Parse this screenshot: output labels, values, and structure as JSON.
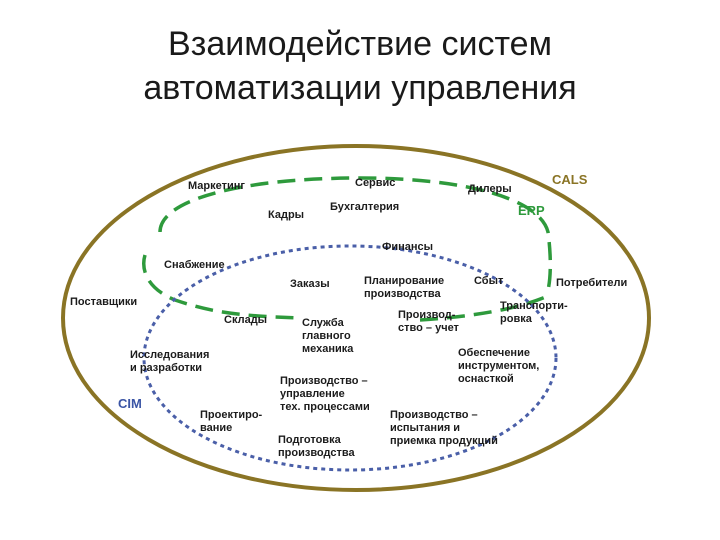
{
  "title": {
    "line1": "Взаимодействие систем",
    "line2": "автоматизации управления"
  },
  "systems": {
    "cals": "CALS",
    "erp": "ERP",
    "cim": "CIM"
  },
  "labels": {
    "marketing": "Маркетинг",
    "service": "Сервис",
    "dealers": "Дилеры",
    "staff": "Кадры",
    "accounting": "Бухгалтерия",
    "finance": "Финансы",
    "supply": "Снабжение",
    "orders": "Заказы",
    "planning_1": "Планирование",
    "planning_2": "производства",
    "sales": "Сбыт",
    "consumers": "Потребители",
    "suppliers": "Поставщики",
    "warehouses": "Склады",
    "chief_mech_1": "Служба",
    "chief_mech_2": "главного",
    "chief_mech_3": "механика",
    "prod_acc_1": "Производ-",
    "prod_acc_2": "ство – учет",
    "transport_1": "Транспорти-",
    "transport_2": "ровка",
    "research_1": "Исследования",
    "research_2": "и разработки",
    "tooling_1": "Обеспечение",
    "tooling_2": "инструментом,",
    "tooling_3": "оснасткой",
    "prod_mgmt_1": "Производство –",
    "prod_mgmt_2": "управление",
    "prod_mgmt_3": "тех. процессами",
    "design_1": "Проектиро-",
    "design_2": "вание",
    "prod_test_1": "Производство –",
    "prod_test_2": "испытания и",
    "prod_test_3": "приемка продукций",
    "prep_1": "Подготовка",
    "prep_2": "производства"
  },
  "colors": {
    "outer_ellipse": "#8a7425",
    "erp_ring": "#2e9a3c",
    "cim_ring": "#4a5fa8",
    "cals_text": "#8a7425",
    "erp_text": "#2e9a3c",
    "cim_text": "#3b55a5"
  }
}
